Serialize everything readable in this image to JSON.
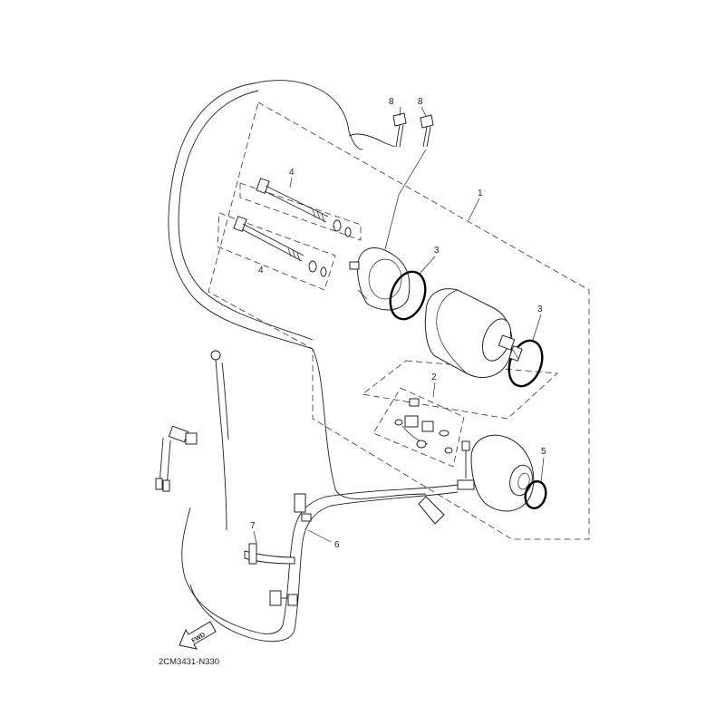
{
  "diagram": {
    "callouts": {
      "c1": "1",
      "c2": "2",
      "c3a": "3",
      "c3b": "3",
      "c4a": "4",
      "c4b": "4",
      "c5": "5",
      "c6": "6",
      "c7": "7",
      "c8a": "8",
      "c8b": "8"
    },
    "fwd_label": "FWD",
    "drawing_code": "2CM3431-N330"
  }
}
